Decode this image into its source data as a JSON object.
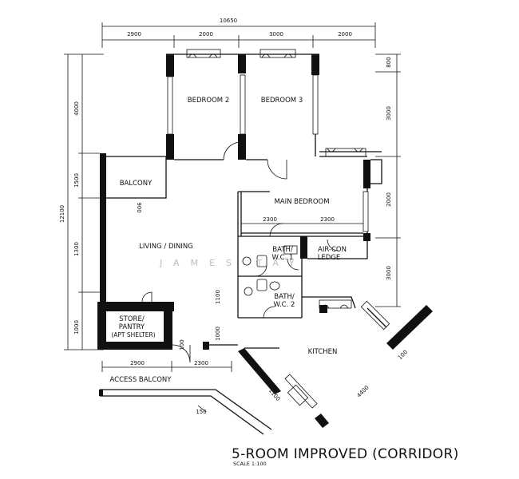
{
  "title": "5-ROOM IMPROVED (CORRIDOR)",
  "scale": "SCALE 1:100",
  "watermark": "JAMES TAY",
  "rooms": {
    "bedroom2": "BEDROOM 2",
    "bedroom3": "BEDROOM 3",
    "balcony": "BALCONY",
    "main_bedroom": "MAIN BEDROOM",
    "living_dining": "LIVING / DINING",
    "bath1_line1": "BATH/",
    "bath1_line2": "W.C. 1",
    "aircon_line1": "AIR-CON",
    "aircon_line2": "LEDGE",
    "bath2_line1": "BATH/",
    "bath2_line2": "W.C. 2",
    "store_line1": "STORE/",
    "store_line2": "PANTRY",
    "store_line3": "(APT SHELTER)",
    "kitchen": "KITCHEN",
    "access_balcony": "ACCESS BALCONY"
  },
  "dimensions": {
    "overall_width": "10650",
    "top": [
      "2900",
      "2000",
      "3000",
      "2000"
    ],
    "overall_height": "12100",
    "left": [
      "4000",
      "1500",
      "1300",
      "1100",
      "1000"
    ],
    "right": [
      "800",
      "3000",
      "2000",
      "3000"
    ],
    "main_bed_split": [
      "2300",
      "2300"
    ],
    "bottom": [
      "2900",
      "2300"
    ],
    "balcony_door": "900",
    "kitchen_left": "1100",
    "kitchen_right": "4400",
    "door_small": "100",
    "access_balcony_dim": "150"
  }
}
